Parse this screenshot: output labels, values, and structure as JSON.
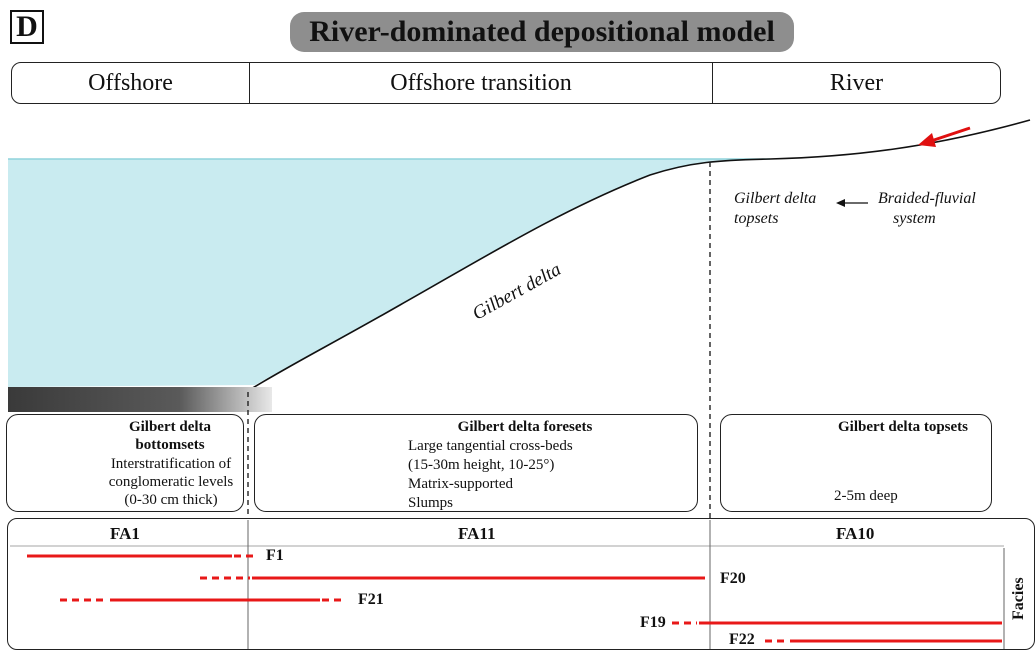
{
  "panel_letter": "D",
  "title": "River-dominated depositional model",
  "environments": [
    {
      "label": "Offshore"
    },
    {
      "label": "Offshore transition"
    },
    {
      "label": "River"
    }
  ],
  "profile": {
    "delta_label": "Gilbert delta",
    "topsets_label_1": "Gilbert delta",
    "topsets_label_2": "topsets",
    "fluvial_label_1": "Braided-fluvial",
    "fluvial_label_2": "system",
    "water_color": "#c9ebf0",
    "arrow_color": "#e01010"
  },
  "panels": {
    "bottomsets": {
      "title_1": "Gilbert delta",
      "title_2": "bottomsets",
      "desc": [
        "Interstratification of",
        "conglomeratic levels",
        "(0-30 cm thick)"
      ]
    },
    "foresets": {
      "title": "Gilbert delta foresets",
      "desc": [
        "Large tangential cross-beds",
        "(15-30m height, 10-25°)",
        "Matrix-supported",
        "Slumps"
      ]
    },
    "topsets": {
      "title": "Gilbert delta topsets",
      "depth": "2-5m deep"
    }
  },
  "facies_table": {
    "associations": [
      "FA1",
      "FA11",
      "FA10"
    ],
    "side_label": "Facies",
    "line_color": "#e81818",
    "facies": [
      {
        "label": "F1"
      },
      {
        "label": "F20"
      },
      {
        "label": "F21"
      },
      {
        "label": "F19"
      },
      {
        "label": "F22"
      }
    ]
  }
}
